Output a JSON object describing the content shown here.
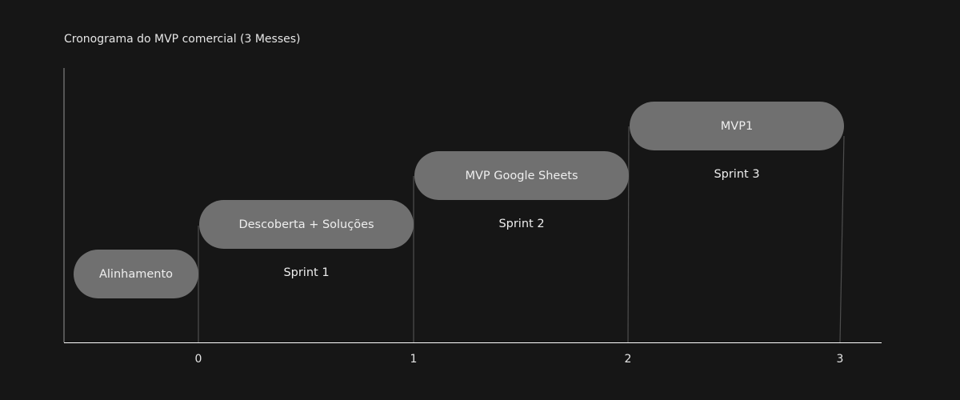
{
  "chart_data": {
    "type": "timeline",
    "title": "Cronograma do MVP comercial (3 Messes)",
    "x_ticks": [
      "0",
      "1",
      "2",
      "3"
    ],
    "xlim": [
      -0.6,
      3.2
    ],
    "phases": [
      {
        "label": "Alinhamento",
        "start": -0.58,
        "end": 0,
        "level": 1,
        "sprint": ""
      },
      {
        "label": "Descoberta + Soluções",
        "start": 0,
        "end": 1,
        "level": 2,
        "sprint": "Sprint 1"
      },
      {
        "label": "MVP Google Sheets",
        "start": 1,
        "end": 2,
        "level": 3,
        "sprint": "Sprint 2"
      },
      {
        "label": "MVP1",
        "start": 2,
        "end": 3,
        "level": 4,
        "sprint": "Sprint 3"
      }
    ],
    "colors": {
      "background": "#161616",
      "pill": "#707070",
      "axis": "#ffffff",
      "connector": "#555555"
    }
  }
}
